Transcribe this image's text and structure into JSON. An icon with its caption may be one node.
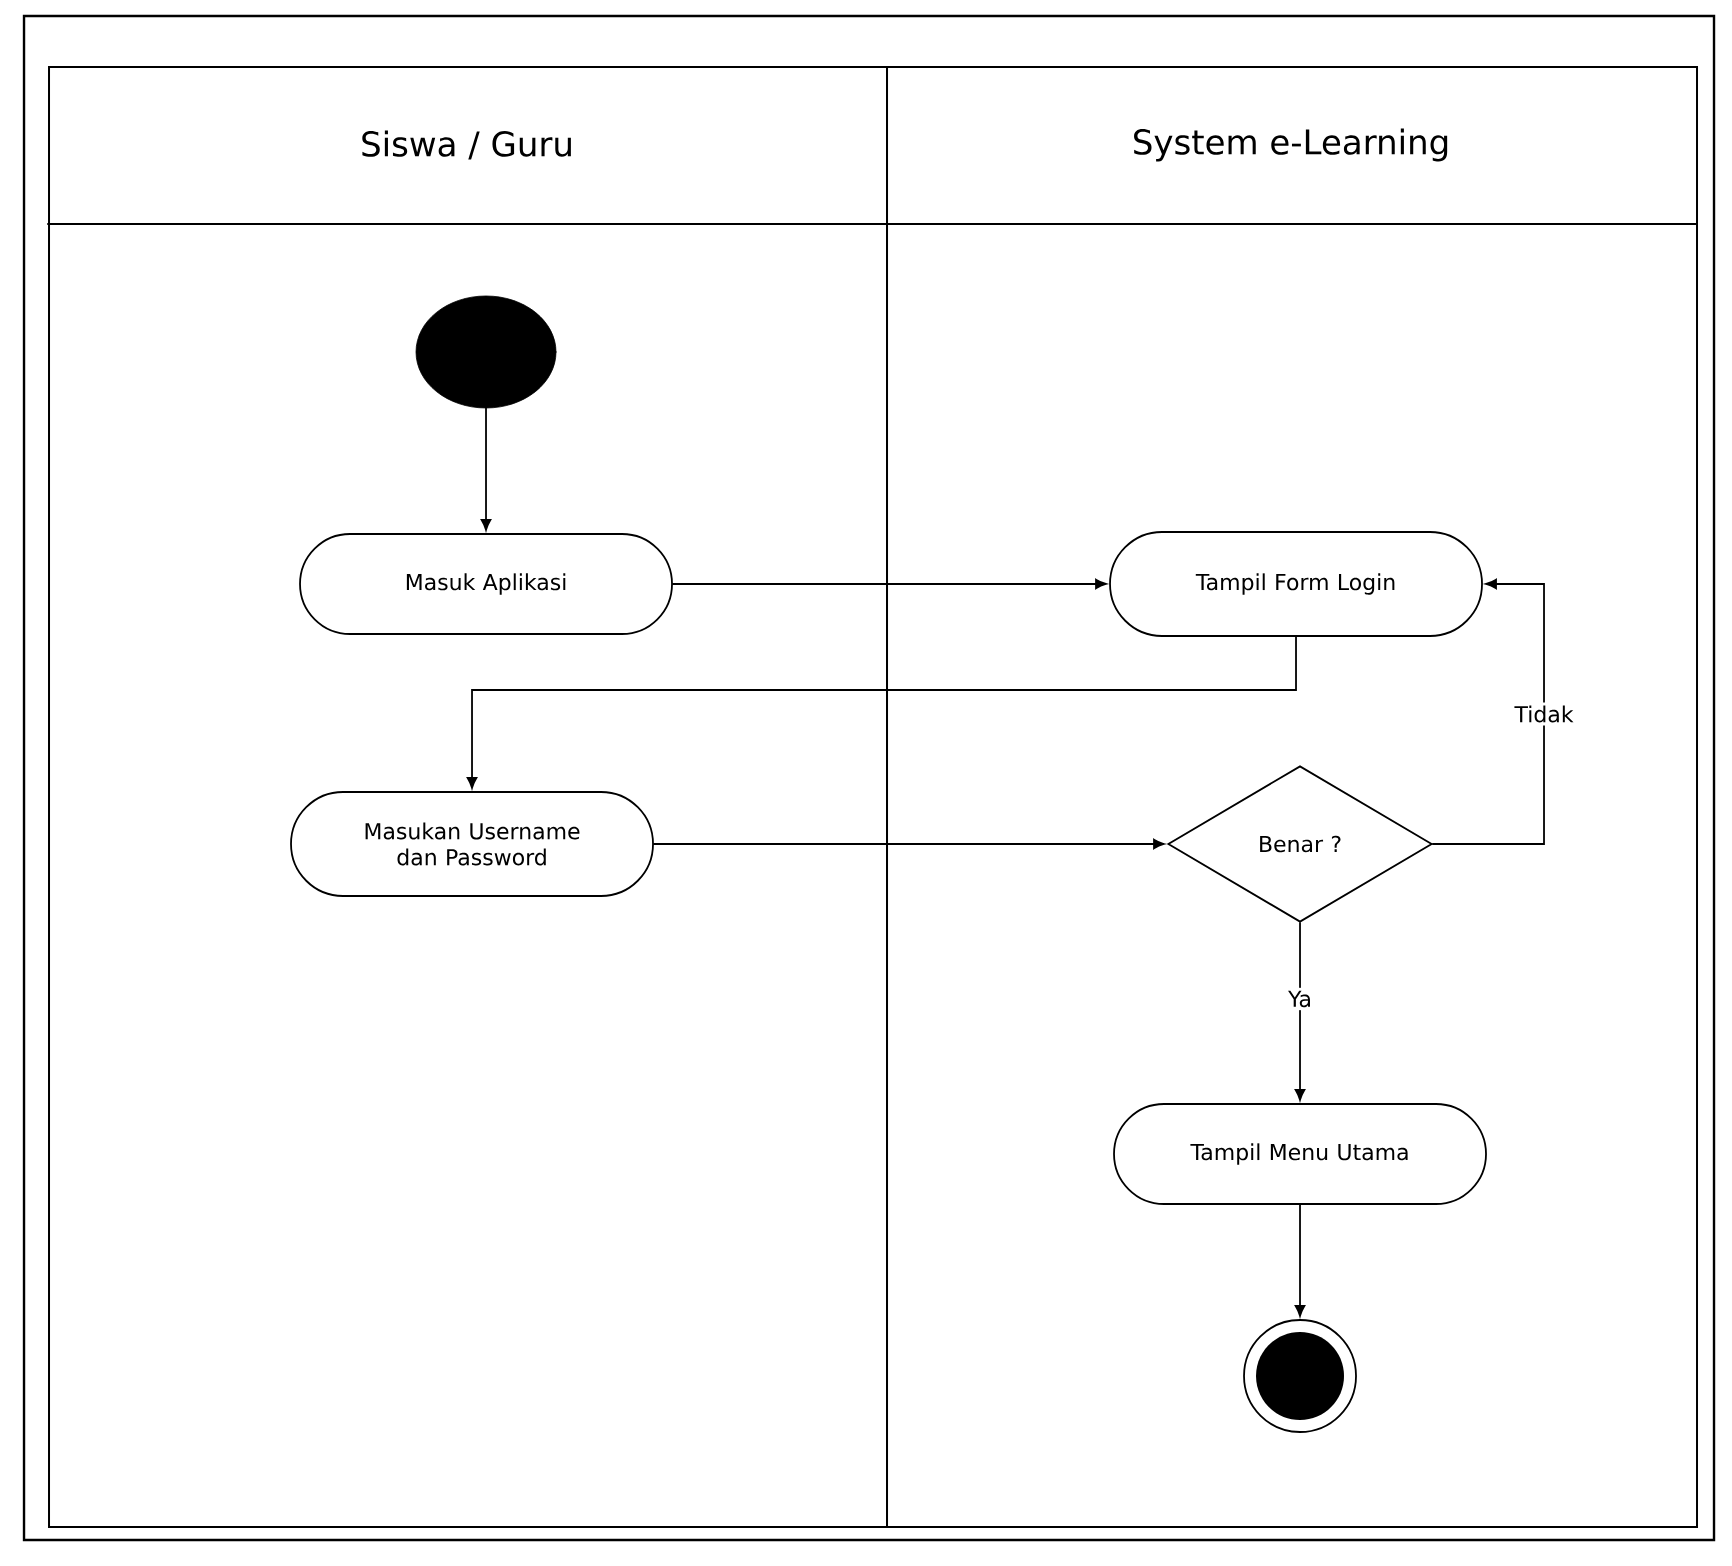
{
  "diagram": {
    "nodes": [
      {
        "text": [
          "Siswa / Guru"
        ]
      },
      {
        "text": [
          "System e-Learning"
        ]
      },
      {
        "text": [],
        "shape": "circle",
        "in": 0
      },
      {
        "text": [
          "Masuk Aplikasi"
        ],
        "in": 0
      },
      {
        "text": [
          "Tampil Form Login"
        ],
        "in": 1
      },
      {
        "text": [
          "Masukan Username dan Password"
        ],
        "in": 0
      },
      {
        "text": [
          "Benar ?"
        ],
        "in": 1
      },
      {
        "text": [
          "Tampil Menu Utama"
        ],
        "in": 1
      },
      {
        "text": [],
        "shape": "circle",
        "in": 1
      }
    ],
    "edges": [
      {
        "from": 2,
        "to": 3,
        "arrow": "to"
      },
      {
        "from": 3,
        "to": 4,
        "arrow": "to"
      },
      {
        "from": 4,
        "to": 5,
        "arrow": "to"
      },
      {
        "from": 5,
        "to": 6,
        "arrow": "to"
      },
      {
        "from": 6,
        "to": 4,
        "arrow": "to",
        "label": "Tidak"
      },
      {
        "from": 6,
        "to": 7,
        "arrow": "to",
        "label": "Ya"
      },
      {
        "from": 7,
        "to": 8,
        "arrow": "to"
      }
    ]
  }
}
